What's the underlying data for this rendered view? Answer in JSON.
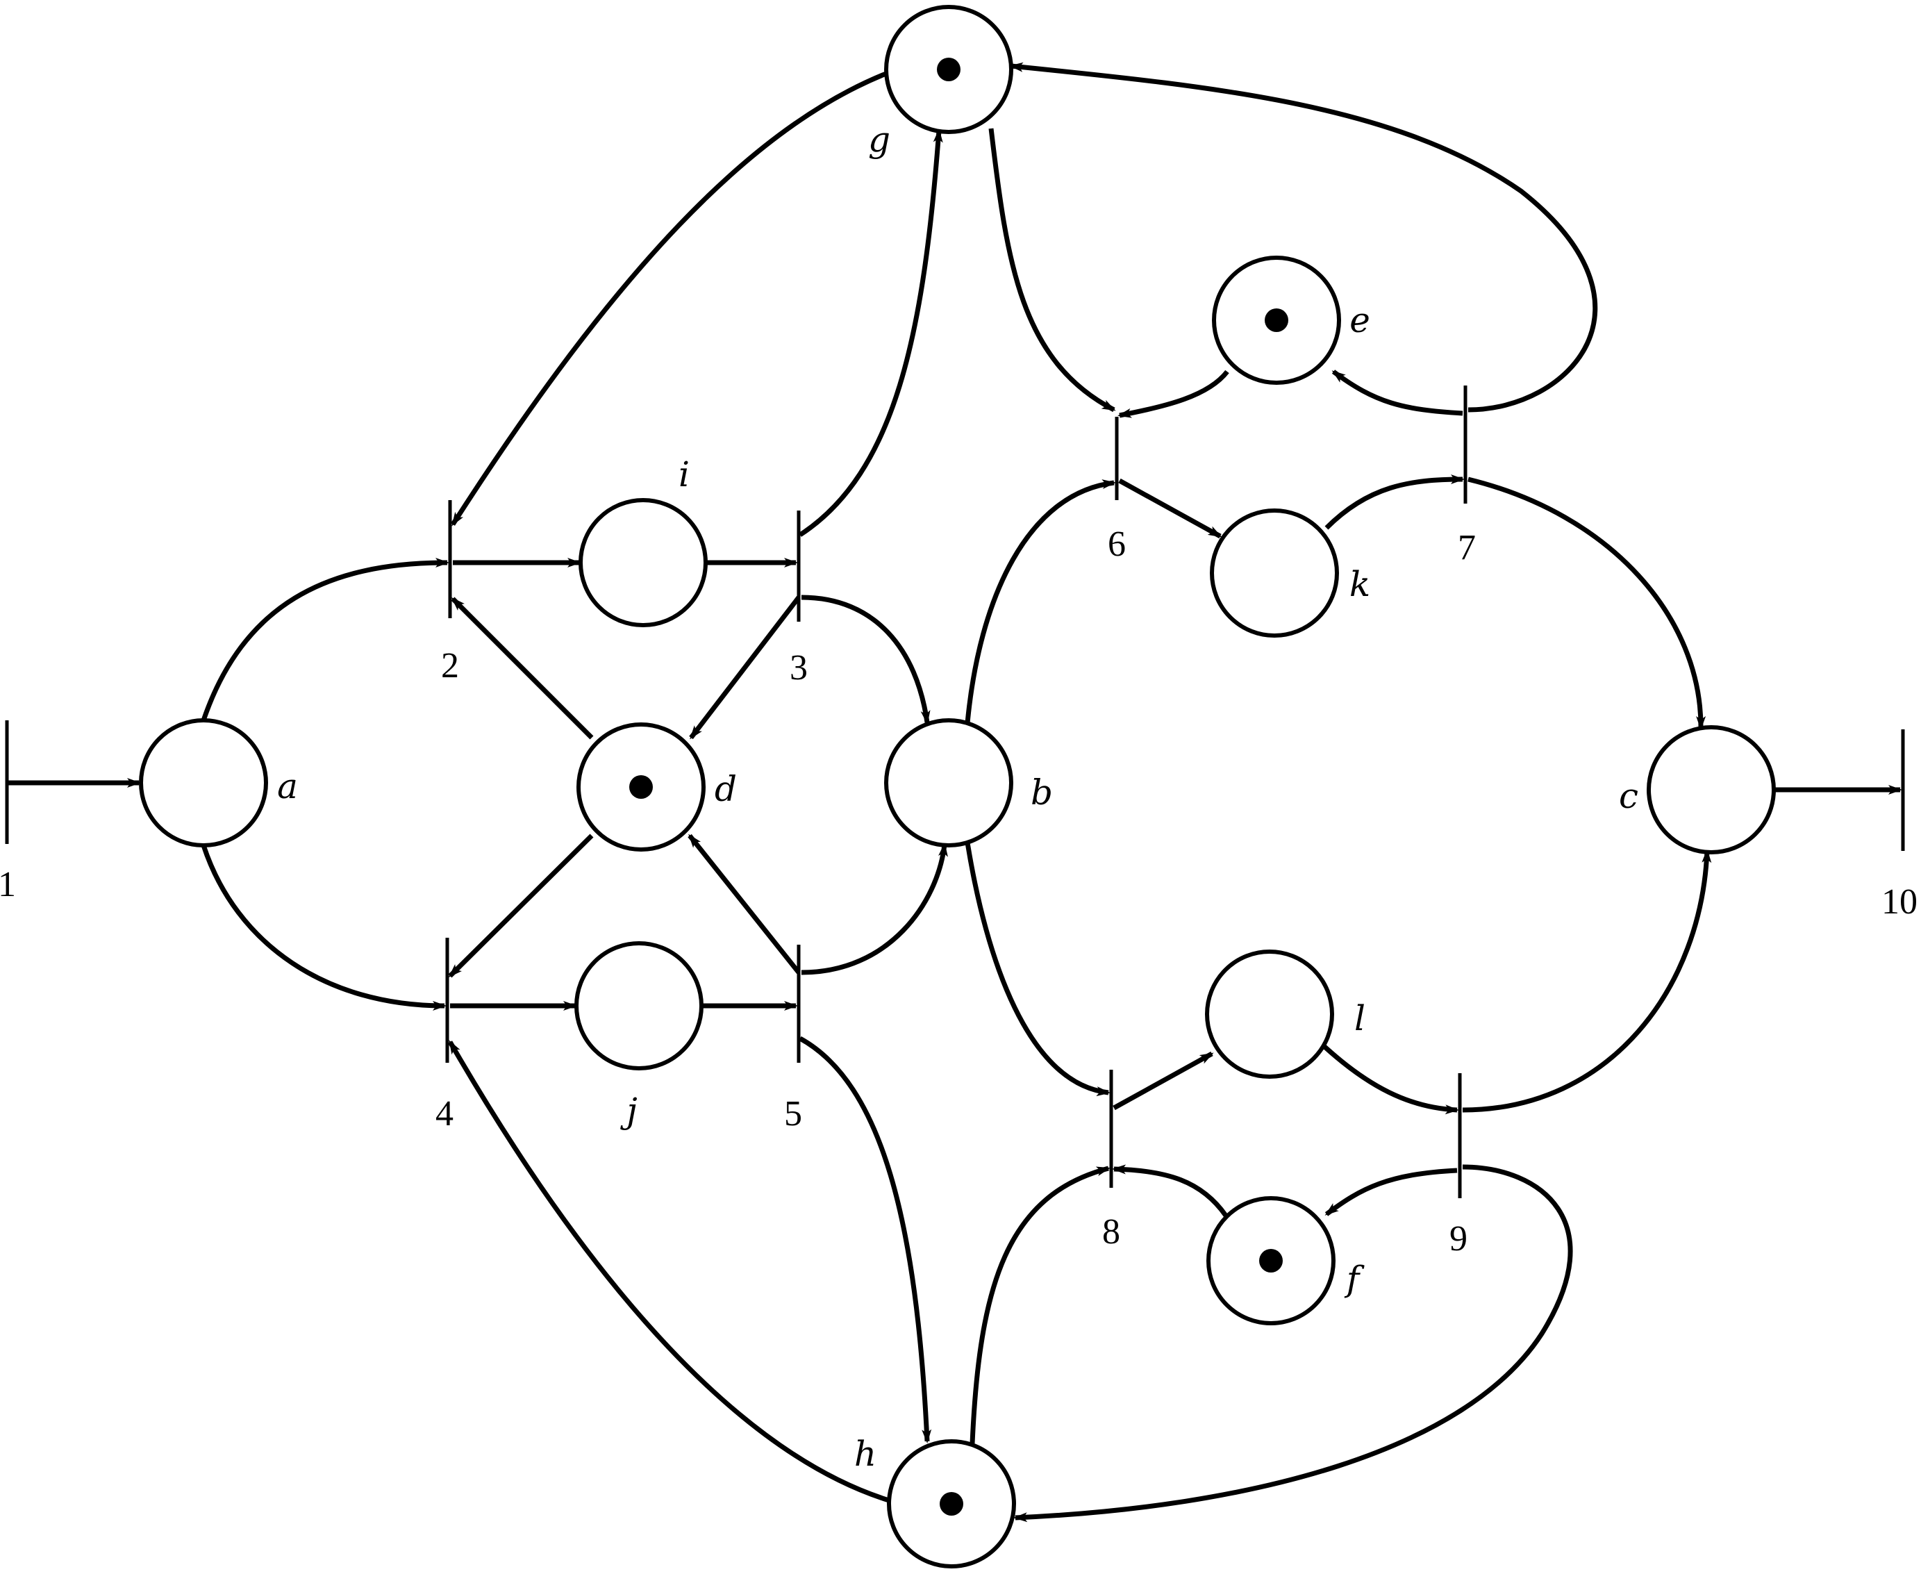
{
  "places": [
    {
      "id": "a",
      "label": "a",
      "tokens": 0
    },
    {
      "id": "b",
      "label": "b",
      "tokens": 0
    },
    {
      "id": "c",
      "label": "c",
      "tokens": 0
    },
    {
      "id": "d",
      "label": "d",
      "tokens": 1
    },
    {
      "id": "e",
      "label": "e",
      "tokens": 1
    },
    {
      "id": "f",
      "label": "f",
      "tokens": 1
    },
    {
      "id": "g",
      "label": "g",
      "tokens": 1
    },
    {
      "id": "h",
      "label": "h",
      "tokens": 1
    },
    {
      "id": "i",
      "label": "i",
      "tokens": 0
    },
    {
      "id": "j",
      "label": "j",
      "tokens": 0
    },
    {
      "id": "k",
      "label": "k",
      "tokens": 0
    },
    {
      "id": "l",
      "label": "l",
      "tokens": 0
    }
  ],
  "transitions": [
    {
      "id": "t1",
      "label": "1"
    },
    {
      "id": "t2",
      "label": "2"
    },
    {
      "id": "t3",
      "label": "3"
    },
    {
      "id": "t4",
      "label": "4"
    },
    {
      "id": "t5",
      "label": "5"
    },
    {
      "id": "t6",
      "label": "6"
    },
    {
      "id": "t7",
      "label": "7"
    },
    {
      "id": "t8",
      "label": "8"
    },
    {
      "id": "t9",
      "label": "9"
    },
    {
      "id": "t10",
      "label": "10"
    }
  ],
  "arcs": [
    {
      "from": "t1",
      "to": "a"
    },
    {
      "from": "a",
      "to": "t2"
    },
    {
      "from": "a",
      "to": "t4"
    },
    {
      "from": "t2",
      "to": "i"
    },
    {
      "from": "i",
      "to": "t3"
    },
    {
      "from": "t4",
      "to": "j"
    },
    {
      "from": "j",
      "to": "t5"
    },
    {
      "from": "d",
      "to": "t2"
    },
    {
      "from": "d",
      "to": "t4"
    },
    {
      "from": "t3",
      "to": "d"
    },
    {
      "from": "t5",
      "to": "d"
    },
    {
      "from": "t3",
      "to": "b"
    },
    {
      "from": "t5",
      "to": "b"
    },
    {
      "from": "t3",
      "to": "g"
    },
    {
      "from": "g",
      "to": "t2"
    },
    {
      "from": "g",
      "to": "t6"
    },
    {
      "from": "t7",
      "to": "g"
    },
    {
      "from": "t5",
      "to": "h"
    },
    {
      "from": "h",
      "to": "t4"
    },
    {
      "from": "h",
      "to": "t8"
    },
    {
      "from": "t9",
      "to": "h"
    },
    {
      "from": "b",
      "to": "t6"
    },
    {
      "from": "b",
      "to": "t8"
    },
    {
      "from": "e",
      "to": "t6"
    },
    {
      "from": "t6",
      "to": "k"
    },
    {
      "from": "k",
      "to": "t7"
    },
    {
      "from": "t7",
      "to": "e"
    },
    {
      "from": "t7",
      "to": "c"
    },
    {
      "from": "t8",
      "to": "l"
    },
    {
      "from": "l",
      "to": "t9"
    },
    {
      "from": "f",
      "to": "t8"
    },
    {
      "from": "t9",
      "to": "f"
    },
    {
      "from": "t9",
      "to": "c"
    },
    {
      "from": "c",
      "to": "t10"
    }
  ]
}
